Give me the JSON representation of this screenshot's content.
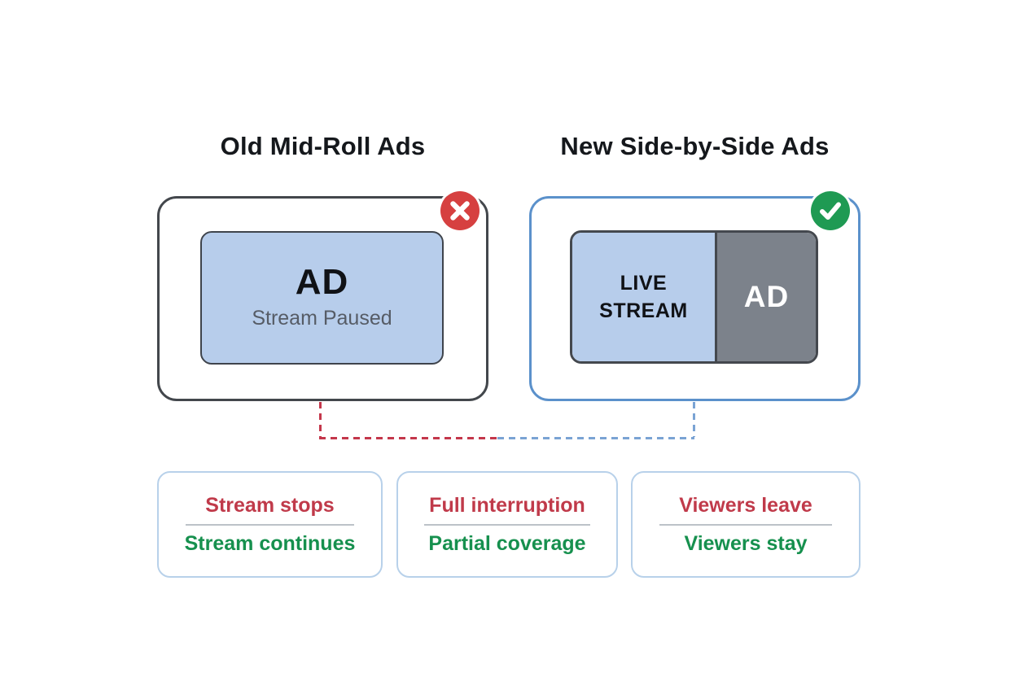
{
  "diagram": {
    "old": {
      "title": "Old Mid-Roll Ads",
      "ad_label": "AD",
      "ad_sublabel": "Stream Paused",
      "badge_icon": "x-icon"
    },
    "new": {
      "title": "New Side-by-Side Ads",
      "live_label": "LIVE STREAM",
      "ad_label": "AD",
      "badge_icon": "check-icon"
    },
    "comparison_cards": [
      {
        "old": "Stream stops",
        "new": "Stream continues"
      },
      {
        "old": "Full interruption",
        "new": "Partial coverage"
      },
      {
        "old": "Viewers leave",
        "new": "Viewers stay"
      }
    ],
    "colors": {
      "negative_text": "#c03a4a",
      "positive_text": "#16904e",
      "badge_negative": "#d64040",
      "badge_positive": "#1f9a53",
      "old_panel_border": "#43474c",
      "new_panel_border": "#5b91cb",
      "stream_fill": "#b7cdeb",
      "ad_fill": "#7c828b",
      "dash_red": "#c4374b",
      "dash_blue": "#7aa3d4"
    }
  }
}
